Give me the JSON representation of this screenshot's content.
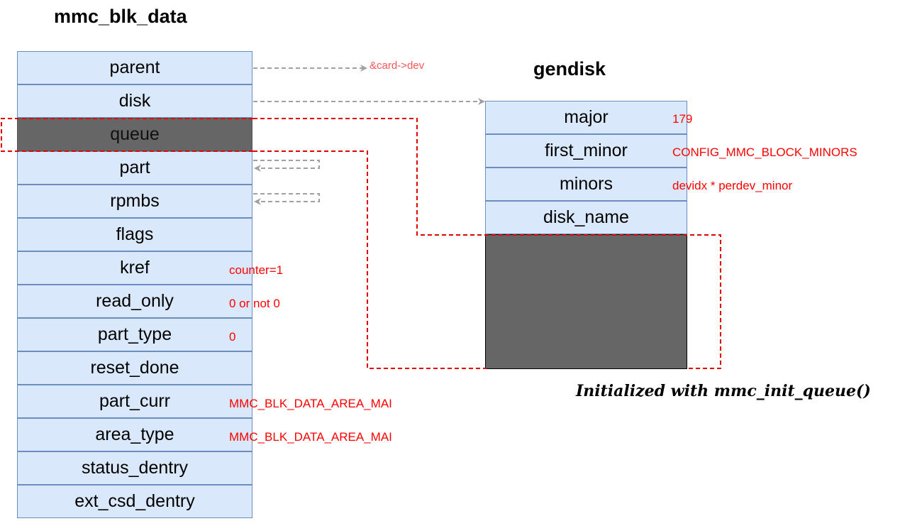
{
  "left_struct": {
    "title": "mmc_blk_data",
    "fields": [
      "parent",
      "disk",
      "queue",
      "part",
      "rpmbs",
      "flags",
      "kref",
      "read_only",
      "part_type",
      "reset_done",
      "part_curr",
      "area_type",
      "status_dentry",
      "ext_csd_dentry"
    ],
    "highlighted_field": "queue"
  },
  "right_struct": {
    "title": "gendisk",
    "fields": [
      "major",
      "first_minor",
      "minors",
      "disk_name"
    ]
  },
  "annotations": {
    "parent_target": "&card->dev",
    "kref": "counter=1",
    "read_only": "0 or not 0",
    "part_type": "0",
    "part_curr": "MMC_BLK_DATA_AREA_MAI",
    "area_type": "MMC_BLK_DATA_AREA_MAI",
    "major": "179",
    "first_minor": "CONFIG_MMC_BLOCK_MINORS",
    "minors": "devidx * perdev_minor"
  },
  "caption": "Initialized with mmc_init_queue()",
  "colors": {
    "field_fill": "#dae8fc",
    "field_border": "#6c8ebf",
    "highlight_fill": "#666666",
    "annotation": "#ff0000",
    "pointer_arrow": "#a0a0a0"
  }
}
